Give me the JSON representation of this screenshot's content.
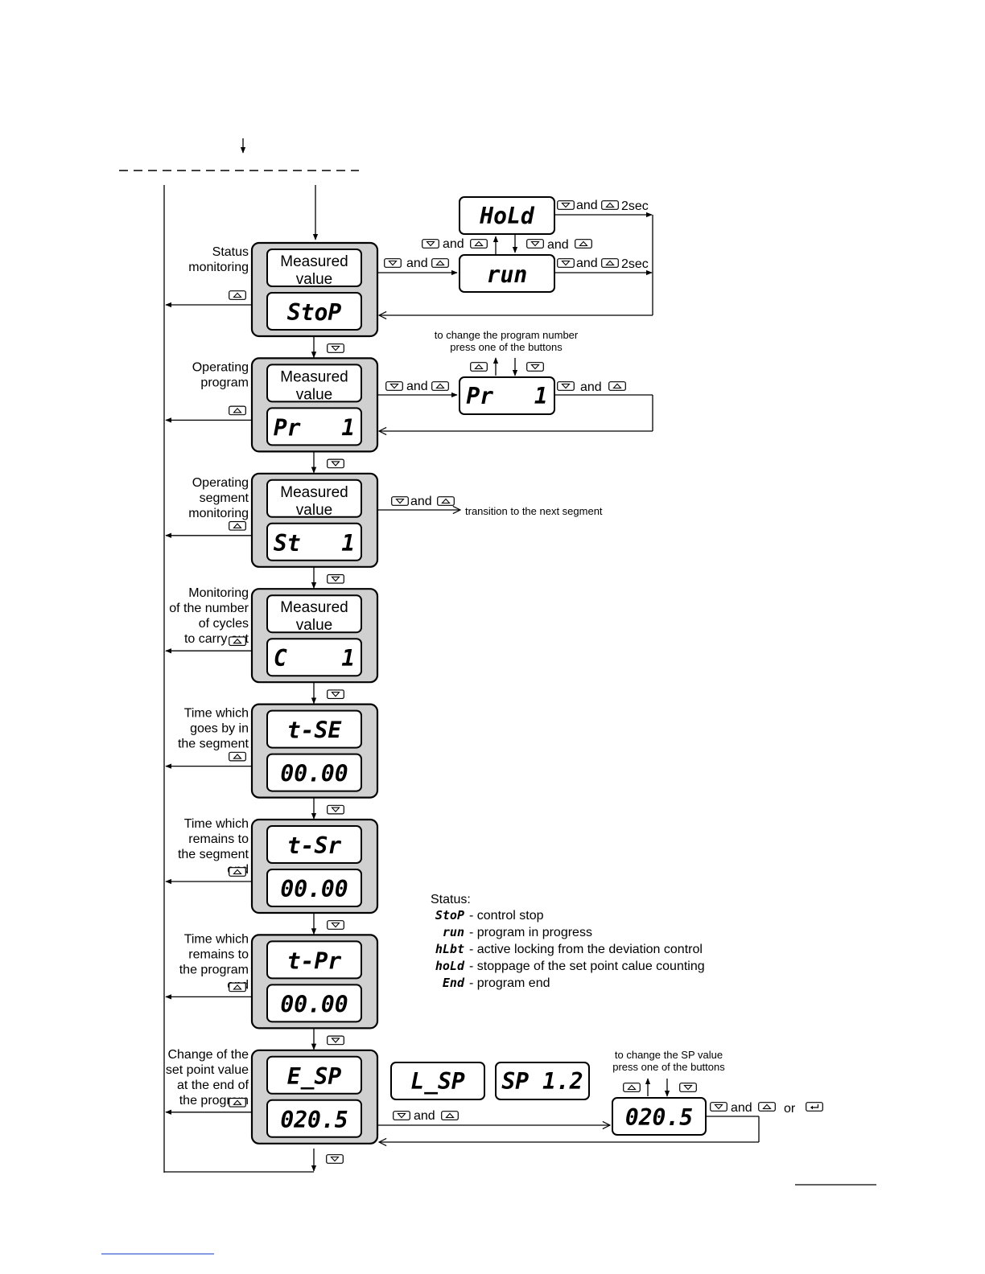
{
  "sections": [
    {
      "label": [
        "Status",
        "monitoring"
      ],
      "upper": "Measured value",
      "lower": "StoP"
    },
    {
      "label": [
        "Operating",
        "program"
      ],
      "upper": "Measured value",
      "lower": "Pr   1"
    },
    {
      "label": [
        "Operating",
        "segment",
        "monitoring"
      ],
      "upper": "Measured value",
      "lower": "St   1"
    },
    {
      "label": [
        "Monitoring",
        "of the number",
        "of cycles",
        "to carry out"
      ],
      "upper": "Measured value",
      "lower": "C    1"
    },
    {
      "label": [
        "Time which",
        "goes by in",
        "the segment"
      ],
      "upper": "t-SE",
      "lower": "00.00"
    },
    {
      "label": [
        "Time which",
        "remains to",
        "the segment",
        "end"
      ],
      "upper": "t-Sr",
      "lower": "00.00"
    },
    {
      "label": [
        "Time which",
        "remains to",
        "the program",
        "end"
      ],
      "upper": "t-Pr",
      "lower": "00.00"
    },
    {
      "label": [
        "Change of the",
        "set point value",
        "at the end of",
        "the program"
      ],
      "upper": "E_SP",
      "lower": "020.5"
    }
  ],
  "side_displays": {
    "hold": "HoLd",
    "run": "run",
    "program": "Pr   1",
    "l_sp": "L_SP",
    "sp12": "SP 1.2",
    "sp_value": "020.5"
  },
  "texts": {
    "and": "and",
    "and_2sec": "2sec",
    "or": "or",
    "program_hint_1": "to change the program number",
    "program_hint_2": "press one of the buttons",
    "next_segment": "transition to the next segment",
    "sp_hint_1": "to change the SP value",
    "sp_hint_2": "press one of the buttons"
  },
  "status_legend": {
    "title": "Status:",
    "items": [
      {
        "code": "StoP",
        "desc": "- control stop"
      },
      {
        "code": "run",
        "desc": "- program in progress"
      },
      {
        "code": "hLbt",
        "desc": "- active locking from the deviation control"
      },
      {
        "code": "hoLd",
        "desc": "- stoppage of the set point calue counting"
      },
      {
        "code": "End",
        "desc": "- program end"
      }
    ]
  },
  "icons": {
    "down_button": "down-arrow-button-icon",
    "up_button": "up-arrow-button-icon",
    "enter_button": "enter-button-icon"
  }
}
